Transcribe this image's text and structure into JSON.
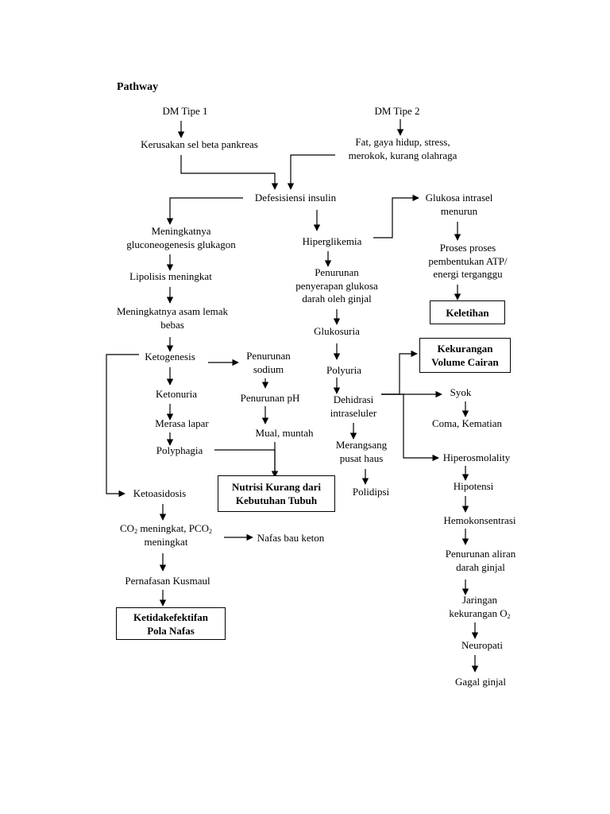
{
  "diagram": {
    "title": "Pathway",
    "nodes": {
      "dm1": "DM Tipe 1",
      "dm2": "DM Tipe 2",
      "kerusakan": "Kerusakan sel beta pankreas",
      "fat": "Fat, gaya hidup, stress,\nmerokok, kurang olahraga",
      "defisiensi": "Defesisiensi insulin",
      "glukosa_intrasel": "Glukosa intrasel\nmenurun",
      "gluconeogenesis": "Meningkatnya\ngluconeogenesis glukagon",
      "hiperglikemia": "Hiperglikemia",
      "proses_atp": "Proses proses\npembentukan ATP/\nenergi terganggu",
      "lipolisis": "Lipolisis meningkat",
      "penurunan_penyerapan": "Penurunan\npenyerapan glukosa\ndarah oleh ginjal",
      "keletihan": "Keletihan",
      "asam_lemak": "Meningkatnya asam lemak\nbebas",
      "glukosuria": "Glukosuria",
      "kekurangan_volume": "Kekurangan\nVolume Cairan",
      "ketogenesis": "Ketogenesis",
      "penurunan_sodium": "Penurunan\nsodium",
      "polyuria": "Polyuria",
      "ketonuria": "Ketonuria",
      "penurunan_ph": "Penurunan pH",
      "dehidrasi": "Dehidrasi\nintraseluler",
      "syok": "Syok",
      "merasa_lapar": "Merasa lapar",
      "mual": "Mual, muntah",
      "coma": "Coma, Kematian",
      "polyphagia": "Polyphagia",
      "merangsang": "Merangsang\npusat haus",
      "hiperosmolality": "Hiperosmolality",
      "nutrisi": "Nutrisi Kurang dari\nKebutuhan Tubuh",
      "hipotensi": "Hipotensi",
      "polidipsi": "Polidipsi",
      "ketoasidosis": "Ketoasidosis",
      "hemokonsentrasi": "Hemokonsentrasi",
      "nafas_bau": "Nafas bau keton",
      "penurunan_aliran": "Penurunan aliran\ndarah ginjal",
      "pernafasan": "Pernafasan Kusmaul",
      "jaringan_line1": "Jaringan",
      "jaringan_line2_text": "kekurangan O",
      "jaringan_line2_sub": "2",
      "ketidakefektifan": "Ketidakefektifan\nPola Nafas",
      "neuropati": "Neuropati",
      "gagal_ginjal": "Gagal ginjal",
      "co2_p1": "CO",
      "co2_s1": "2",
      "co2_p2": " meningkat, PCO",
      "co2_s2": "2",
      "co2_line2": "meningkat"
    }
  }
}
